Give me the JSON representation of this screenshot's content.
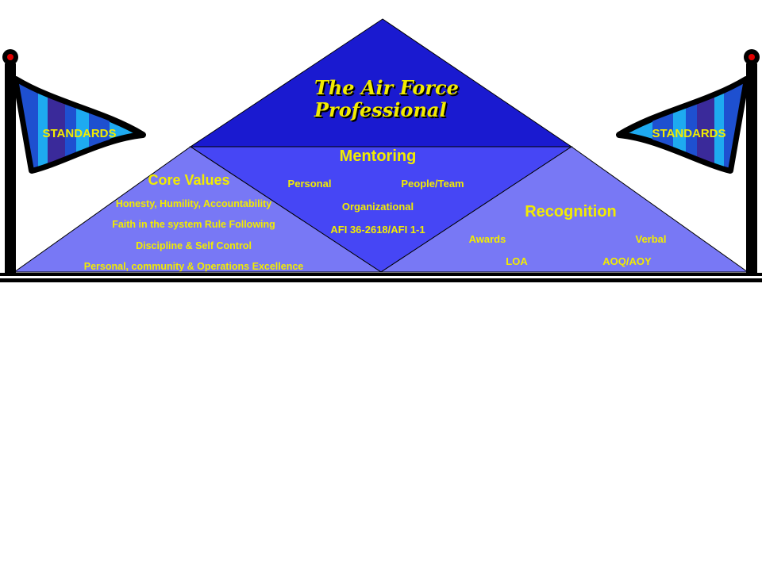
{
  "title": {
    "line1": "The Air Force",
    "line2": "Professional"
  },
  "flags": {
    "left_label": "STANDARDS",
    "right_label": "STANDARDS"
  },
  "mentoring": {
    "heading": "Mentoring",
    "personal": "Personal",
    "people_team": "People/Team",
    "organizational": "Organizational",
    "afi": "AFI 36-2618/AFI 1-1"
  },
  "core_values": {
    "heading": "Core Values",
    "items": [
      "Honesty, Humility, Accountability",
      "Faith in the system Rule Following",
      "Discipline & Self Control",
      "Personal, community & Operations Excellence"
    ]
  },
  "recognition": {
    "heading": "Recognition",
    "awards": "Awards",
    "verbal": "Verbal",
    "loa": "LOA",
    "aoq_aoy": "AOQ/AOY"
  },
  "colors": {
    "top_triangle": "#1a1ad0",
    "mentoring_section": "#4646f5",
    "side_sections": "#7878f5",
    "text_yellow": "#f2ec00",
    "flag_stripe_light": "#1eaaf0",
    "flag_stripe_mid": "#1e50d0",
    "flag_stripe_dark": "#3a2a9a",
    "pole": "#000000",
    "finial": "#e00000"
  },
  "icons": [
    "flag-pole-icon",
    "pennant-flag-icon",
    "red-finial-icon"
  ]
}
